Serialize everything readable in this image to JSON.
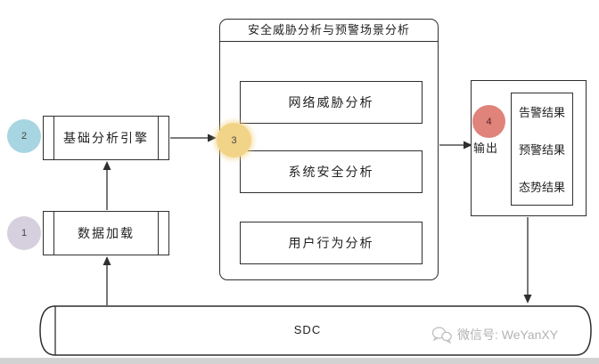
{
  "page": {
    "background": "#ffffff",
    "bottom_bar_color": "#d2d2d2",
    "line_color": "#2f2f2f"
  },
  "diagram": {
    "main_container": {
      "title": "安全威胁分析与预警场景分析",
      "items": [
        "网络威胁分析",
        "系统安全分析",
        "用户行为分析"
      ]
    },
    "engine_box": "基础分析引擎",
    "loader_box": "数据加载",
    "step_badges": [
      {
        "num": "1",
        "color": "#d6d0de"
      },
      {
        "num": "2",
        "color": "#a7d6e2"
      },
      {
        "num": "3",
        "color": "#f2d488"
      },
      {
        "num": "4",
        "color": "#df837b"
      }
    ],
    "output_label": "输出",
    "results_box": {
      "items": [
        "告警结果",
        "预警结果",
        "态势结果"
      ]
    },
    "datastore_label": "SDC"
  },
  "watermark": {
    "icon": "wechat-icon",
    "text": "微信号: WeYanXY"
  }
}
